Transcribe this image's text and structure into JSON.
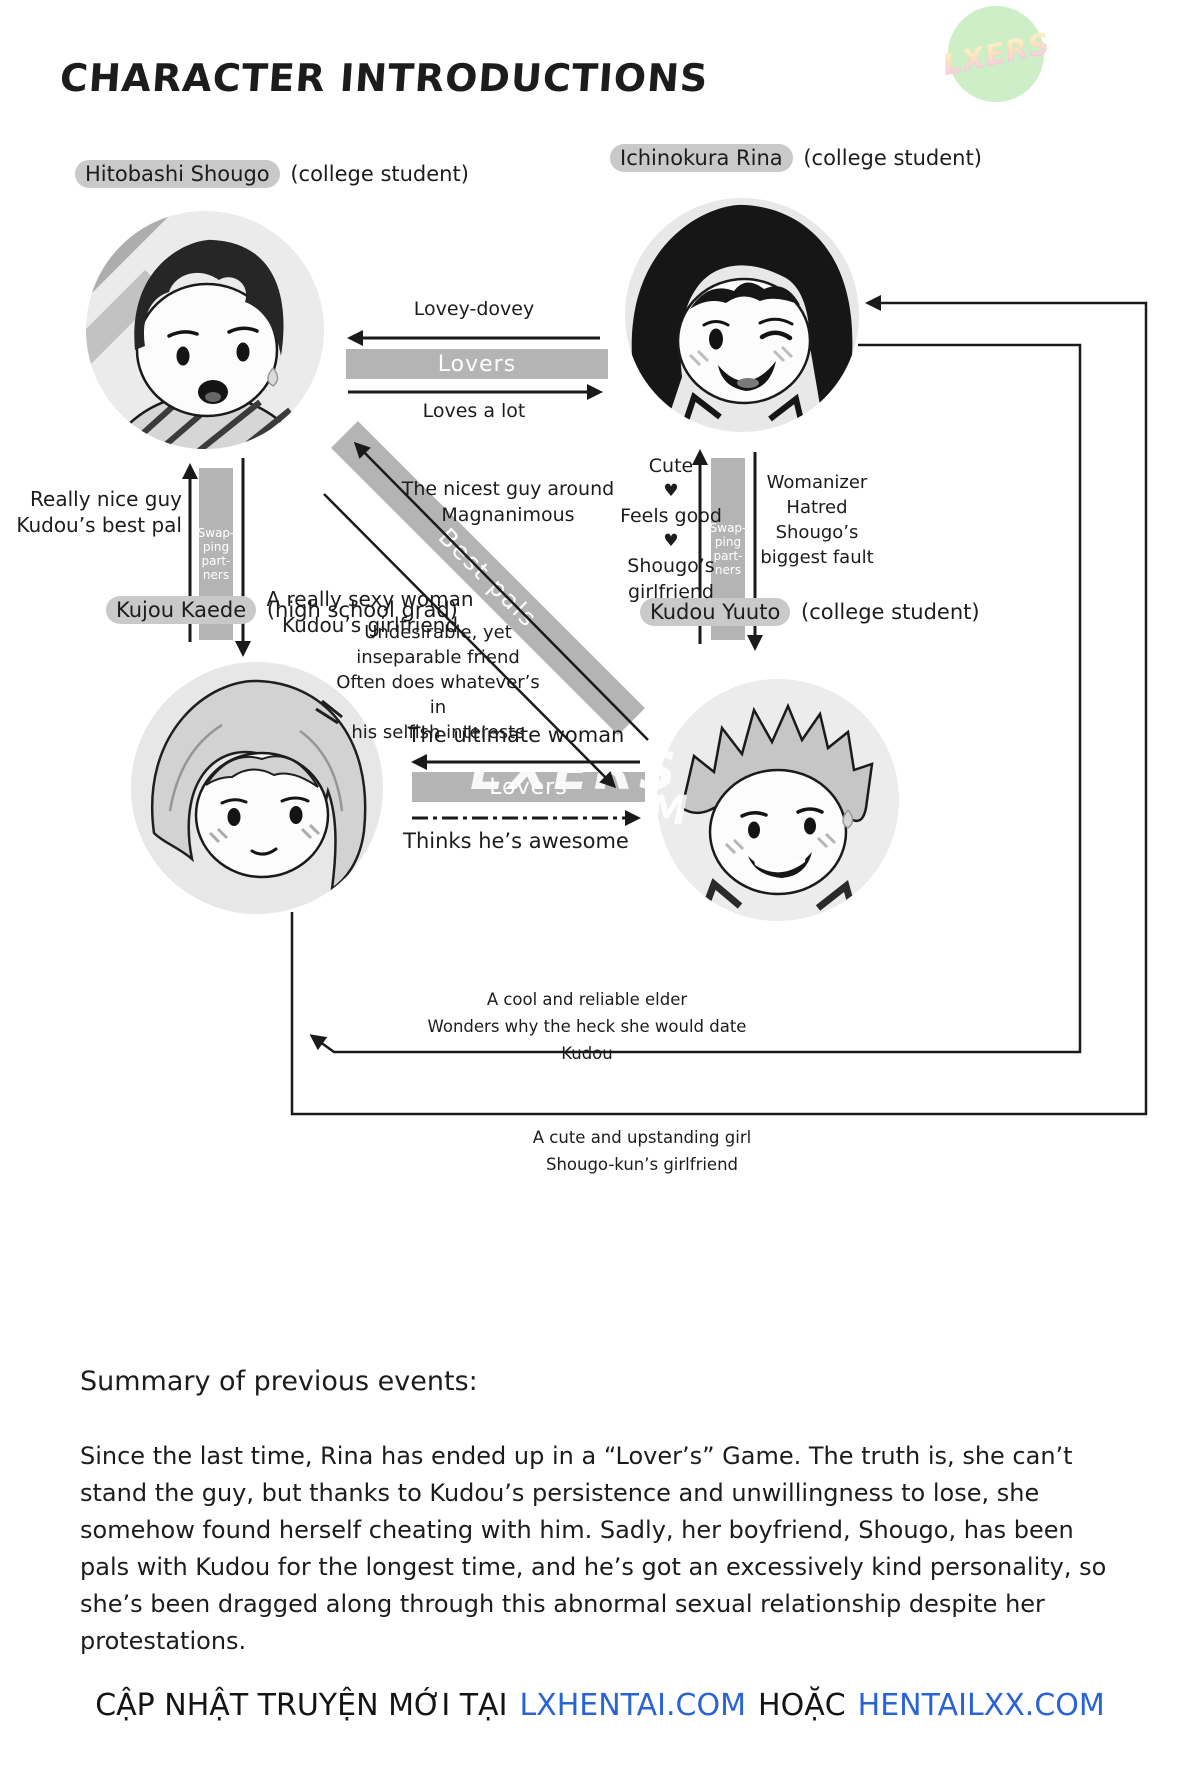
{
  "page": {
    "title": "CHARACTER INTRODUCTIONS"
  },
  "logo": {
    "text": "LXERS"
  },
  "characters": [
    {
      "name": "Hitobashi Shougo",
      "role": "(college student)"
    },
    {
      "name": "Ichinokura Rina",
      "role": "(college student)"
    },
    {
      "name": "Kujou Kaede",
      "role": "(high school grad)"
    },
    {
      "name": "Kudou Yuuto",
      "role": "(college student)"
    }
  ],
  "relationships": {
    "shougo_rina": {
      "bar": "Lovers",
      "toward_shougo": "Lovey-dovey",
      "toward_rina": "Loves a lot"
    },
    "shougo_kaede": {
      "bar_lines": [
        "Swap-",
        "ping",
        "part-",
        "ners"
      ],
      "shougo_side": [
        "Really nice guy",
        "Kudou’s best pal"
      ],
      "kaede_side": [
        "A really sexy woman",
        "Kudou’s girlfriend"
      ]
    },
    "rina_yuuto": {
      "bar_lines": [
        "Swap-",
        "ping",
        "part-",
        "ners"
      ],
      "rina_side": [
        "Cute",
        "♥",
        "Feels good",
        "♥",
        "Shougo’s",
        "girlfriend"
      ],
      "yuuto_side": [
        "Womanizer",
        "Hatred",
        "Shougo’s",
        "biggest fault"
      ]
    },
    "shougo_yuuto": {
      "bar": "Best pals",
      "toward_shougo": [
        "The nicest guy around",
        "Magnanimous"
      ],
      "toward_yuuto": [
        "Undesirable, yet",
        "inseparable friend",
        "Often does whatever’s in",
        "his selfish interests"
      ]
    },
    "kaede_yuuto": {
      "bar": "Lovers",
      "toward_kaede": "The ultimate woman",
      "toward_yuuto": "Thinks he’s awesome"
    },
    "rina_to_kaede": [
      "A cool and reliable elder",
      "Wonders why the heck she would date Kudou"
    ],
    "kaede_to_rina": [
      "A cute and upstanding girl",
      "Shougo-kun’s girlfriend"
    ]
  },
  "watermark": {
    "bar_text": "LXERS",
    "fragment": "M"
  },
  "summary": {
    "heading": "Summary of previous events:",
    "body": "Since the last time, Rina has ended up in a “Lover’s” Game. The truth is, she can’t stand the guy, but thanks to Kudou’s persistence and unwillingness to lose, she somehow found herself cheating with him. Sadly, her boyfriend, Shougo, has been pals with Kudou for the longest time, and he’s got an excessively kind personality, so she’s been dragged along through this abnormal sexual relationship despite her protestations."
  },
  "footer": {
    "prefix": "CẬP NHẬT TRUYỆN MỚI TẠI",
    "site1": "LXHENTAI.COM",
    "conjunction": "HOẶC",
    "site2": "HENTAILXX.COM"
  },
  "colors": {
    "bar_gray": "#b4b4b4",
    "highlight_gray": "#c9c9c9",
    "link_blue": "#2a63d4",
    "logo_green": "#cdeec6",
    "ink": "#1c1c1c"
  }
}
